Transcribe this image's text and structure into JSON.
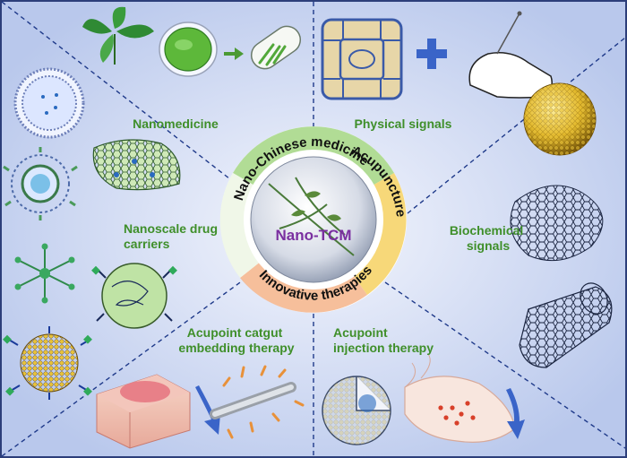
{
  "center": {
    "label": "Nano-TCM"
  },
  "ring": {
    "nano_chinese_medicine": "Nano-Chinese medicine",
    "acupuncture": "Acupuncture",
    "innovative_therapies": "Innovative therapies"
  },
  "sections": {
    "nanomedicine": "Nanomedicine",
    "physical_signals": "Physical signals",
    "nanoscale_drug_carriers": [
      "Nanoscale drug",
      "carriers"
    ],
    "biochemical_signals": [
      "Biochemical",
      "signals"
    ],
    "acupoint_catgut": [
      "Acupoint catgut",
      "embedding therapy"
    ],
    "acupoint_injection": [
      "Acupoint",
      "injection therapy"
    ]
  },
  "colors": {
    "background": "#b9c8ec",
    "label_green": "#3f8f2a",
    "center_purple": "#7a2fa0",
    "ring_green": "#a8d88a",
    "ring_yellow": "#f6d46a",
    "ring_orange": "#f4b48a",
    "arrow_blue": "#3a64c8"
  }
}
